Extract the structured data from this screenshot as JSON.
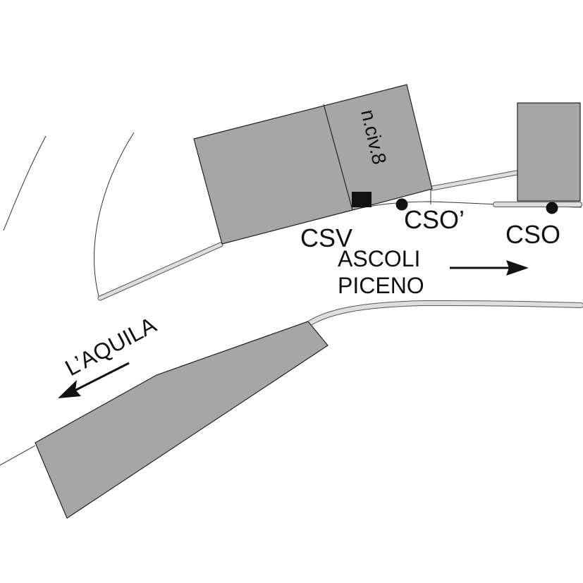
{
  "colors": {
    "building_fill": "#a6a6a6",
    "building_stroke": "#222222",
    "kerb_fill": "#dedede",
    "marker": "#111111",
    "background": "#ffffff"
  },
  "buildings": {
    "main_block": {
      "civic_number_label": "n.civ.8"
    }
  },
  "points": {
    "csv": {
      "label": "CSV",
      "marker": "square"
    },
    "cso_prime": {
      "label": "CSO’",
      "marker": "dot"
    },
    "cso": {
      "label": "CSO",
      "marker": "dot"
    }
  },
  "directions": {
    "ascoli_piceno": {
      "line1": "ASCOLI",
      "line2": "PICENO",
      "arrow": "right-arrow-icon"
    },
    "laquila": {
      "label": "L’AQUILA",
      "arrow": "left-arrow-icon"
    }
  }
}
